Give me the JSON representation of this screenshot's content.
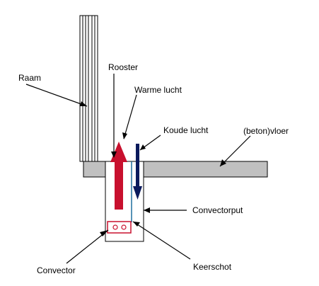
{
  "labels": {
    "raam": "Raam",
    "rooster": "Rooster",
    "warme_lucht": "Warme lucht",
    "koude_lucht": "Koude lucht",
    "betonvloer": "(beton)vloer",
    "convectorput": "Convectorput",
    "convector": "Convector",
    "keerschot": "Keerschot"
  },
  "colors": {
    "warm_air": "#c8102e",
    "cold_air": "#0a1a5c",
    "floor_fill": "#c0c0c0",
    "baffle": "#1f6f9f",
    "convector": "#c8102e",
    "line": "#000000"
  }
}
